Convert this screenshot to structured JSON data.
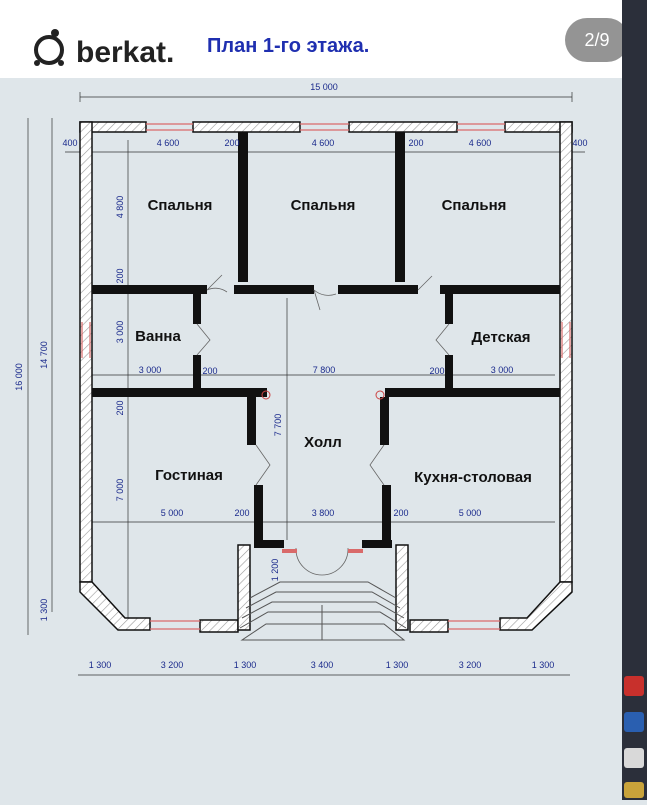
{
  "header": {
    "brand": "berkat.",
    "title": "План 1-го этажа.",
    "counter": "2/9"
  },
  "rooms": {
    "bedroom_1": "Спальня",
    "bedroom_2": "Спальня",
    "bedroom_3": "Спальня",
    "bath": "Ванна",
    "kids": "Детская",
    "hall": "Холл",
    "living": "Гостиная",
    "kitchen": "Кухня-столовая"
  },
  "dims": {
    "total_width": "15 000",
    "top_row": [
      "400",
      "4 600",
      "200",
      "4 600",
      "200",
      "4 600",
      "400"
    ],
    "mid_row": [
      "3 000",
      "200",
      "7 800",
      "200",
      "3 000"
    ],
    "low_row": [
      "5 000",
      "200",
      "3 800",
      "200",
      "5 000"
    ],
    "bottom_row": [
      "1 300",
      "3 200",
      "1 300",
      "3 400",
      "1 300",
      "3 200",
      "1 300"
    ],
    "left_outer": "16 000",
    "left_inner": "14 700",
    "left_bedroom": "4 800",
    "left_gap_1": "200",
    "left_bath": "3 000",
    "left_gap_2": "200",
    "left_living": "7 000",
    "left_bay": "1 300",
    "hall_depth": "7 700",
    "porch_depth": "1 200"
  },
  "colors": {
    "background": "#dfe6ea",
    "wall": "#1a1a1a",
    "dimension_text": "#1a2a8c",
    "title": "#1f2fb0",
    "window": "#d96a6a"
  }
}
